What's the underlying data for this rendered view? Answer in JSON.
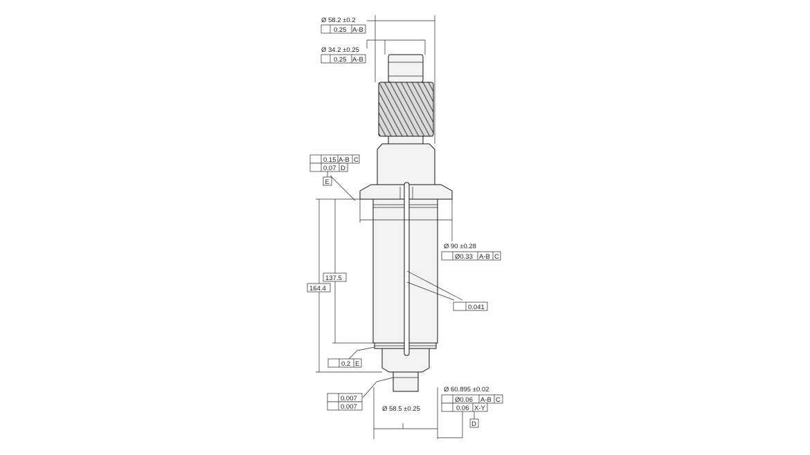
{
  "callouts": {
    "top_diameter": "Ø 58.2 ±0.2",
    "top_runout_value": "0.25",
    "top_runout_datum": "A-B",
    "second_diameter": "Ø 34.2 ±0.25",
    "second_runout_value": "0.25",
    "second_runout_datum": "A-B",
    "face_profile_value": "0.15",
    "face_profile_datum1": "A-B",
    "face_profile_datum2": "C",
    "face_perp_value": "0.07",
    "face_perp_datum": "D",
    "datum_e": "E",
    "flange_diameter": "Ø 90 ±0.28",
    "flange_position_value": "Ø0.33",
    "flange_position_datum1": "A-B",
    "flange_position_datum2": "C",
    "dim_137": "137.5",
    "dim_164": "164.4",
    "line_profile_value": "0.041",
    "bottom_profile_value": "0.2",
    "bottom_profile_datum": "E",
    "straightness_value": "0.007",
    "circularity_value": "0.007",
    "lower_diameter": "Ø 60.895 ±0.02",
    "lower_position_value": "Ø0.06",
    "lower_position_datum1": "A-B",
    "lower_position_datum2": "C",
    "lower_runout_value": "0.06",
    "lower_runout_datum": "X-Y",
    "datum_d": "D",
    "body_diameter": "Ø 58.5 ±0.25"
  }
}
